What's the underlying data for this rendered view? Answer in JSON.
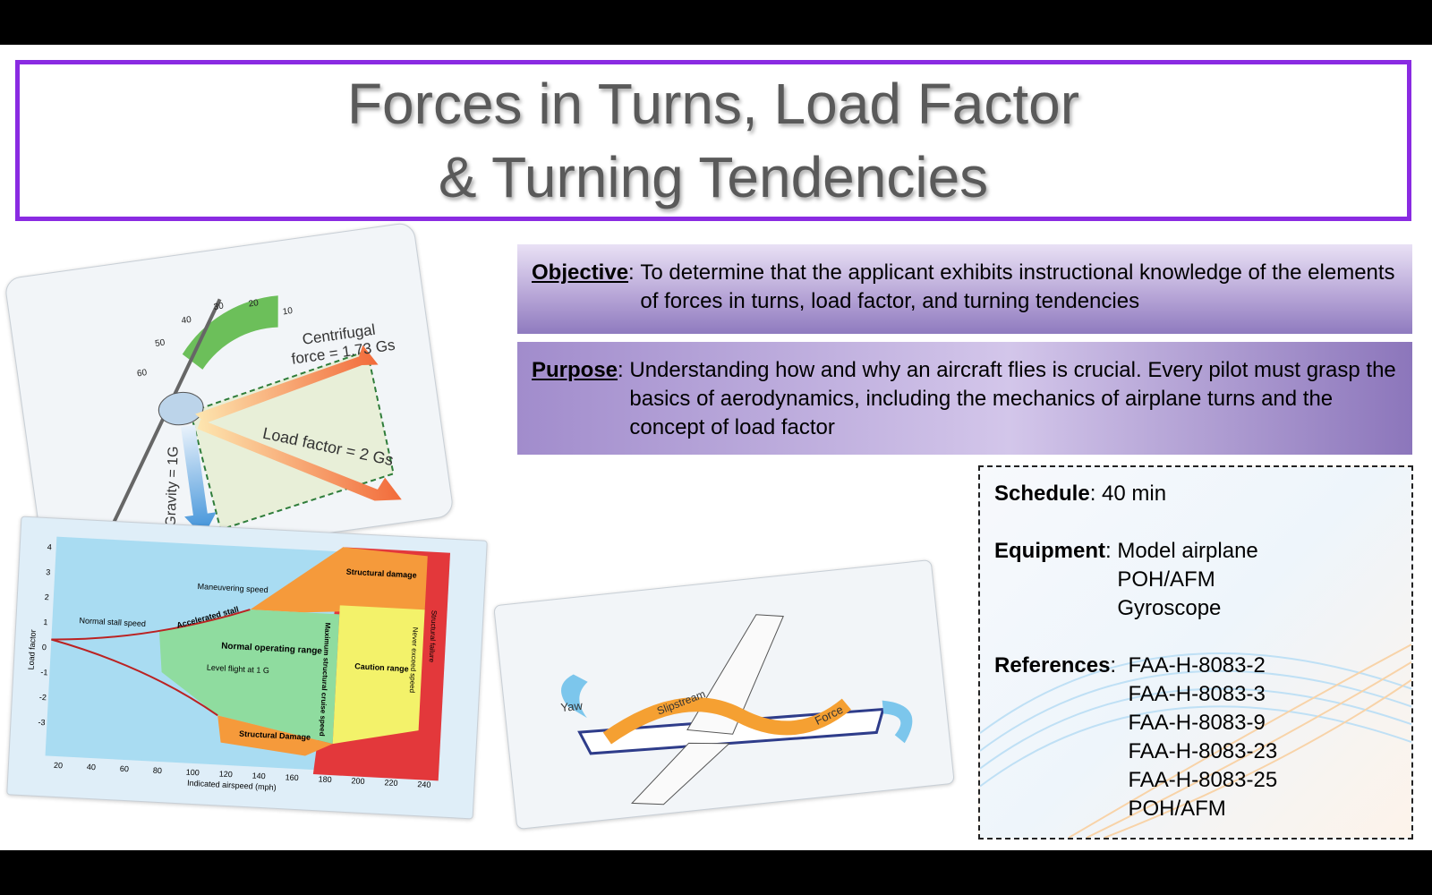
{
  "title": {
    "line1": "Forces in Turns, Load Factor",
    "line2": "& Turning Tendencies"
  },
  "objective": {
    "label": "Objective",
    "text": "To determine that the applicant exhibits instructional knowledge of the elements of forces in turns, load factor, and turning tendencies"
  },
  "purpose": {
    "label": "Purpose",
    "text": "Understanding how and why an aircraft flies is crucial. Every pilot must grasp the basics of aerodynamics, including the mechanics of airplane turns and the concept of load factor"
  },
  "schedule": {
    "label": "Schedule",
    "value": "40 min"
  },
  "equipment": {
    "label": "Equipment",
    "items": [
      "Model airplane",
      "POH/AFM",
      "Gyroscope"
    ]
  },
  "references": {
    "label": "References",
    "items": [
      "FAA-H-8083-2",
      "FAA-H-8083-3",
      "FAA-H-8083-9",
      "FAA-H-8083-23",
      "FAA-H-8083-25",
      "POH/AFM"
    ]
  },
  "turn_diagram": {
    "centrifugal_label_1": "Centrifugal",
    "centrifugal_label_2": "force = 1.73 Gs",
    "load_label": "Load factor = 2 Gs",
    "gravity_label": "Gravity = 1G",
    "bank_ticks": [
      "60",
      "50",
      "40",
      "30",
      "20",
      "10"
    ]
  },
  "vg_diagram": {
    "structural_damage_top": "Structural damage",
    "maneuvering_speed": "Maneuvering speed",
    "accelerated_stall": "Accelerated stall",
    "normal_stall_speed": "Normal stall speed",
    "normal_operating_range": "Normal operating range",
    "level_flight": "Level flight at 1 G",
    "max_cruise": "Maximum structural cruise speed",
    "caution_range": "Caution range",
    "never_exceed": "Never exceed speed",
    "structural_failure": "Structural failure",
    "structural_damage_bottom": "Structural Damage",
    "xlabel": "Indicated airspeed (mph)",
    "ylabel": "Load factor",
    "x_ticks": [
      "20",
      "40",
      "60",
      "80",
      "100",
      "120",
      "140",
      "160",
      "180",
      "200",
      "220",
      "240"
    ],
    "y_ticks": [
      "4",
      "3",
      "2",
      "1",
      "0",
      "-1",
      "-2",
      "-3"
    ]
  },
  "tendency_diagram": {
    "yaw": "Yaw",
    "slipstream": "Slipstream",
    "force": "Force"
  },
  "colors": {
    "title_border": "#8a2be2",
    "title_text": "#5a5a5a"
  }
}
